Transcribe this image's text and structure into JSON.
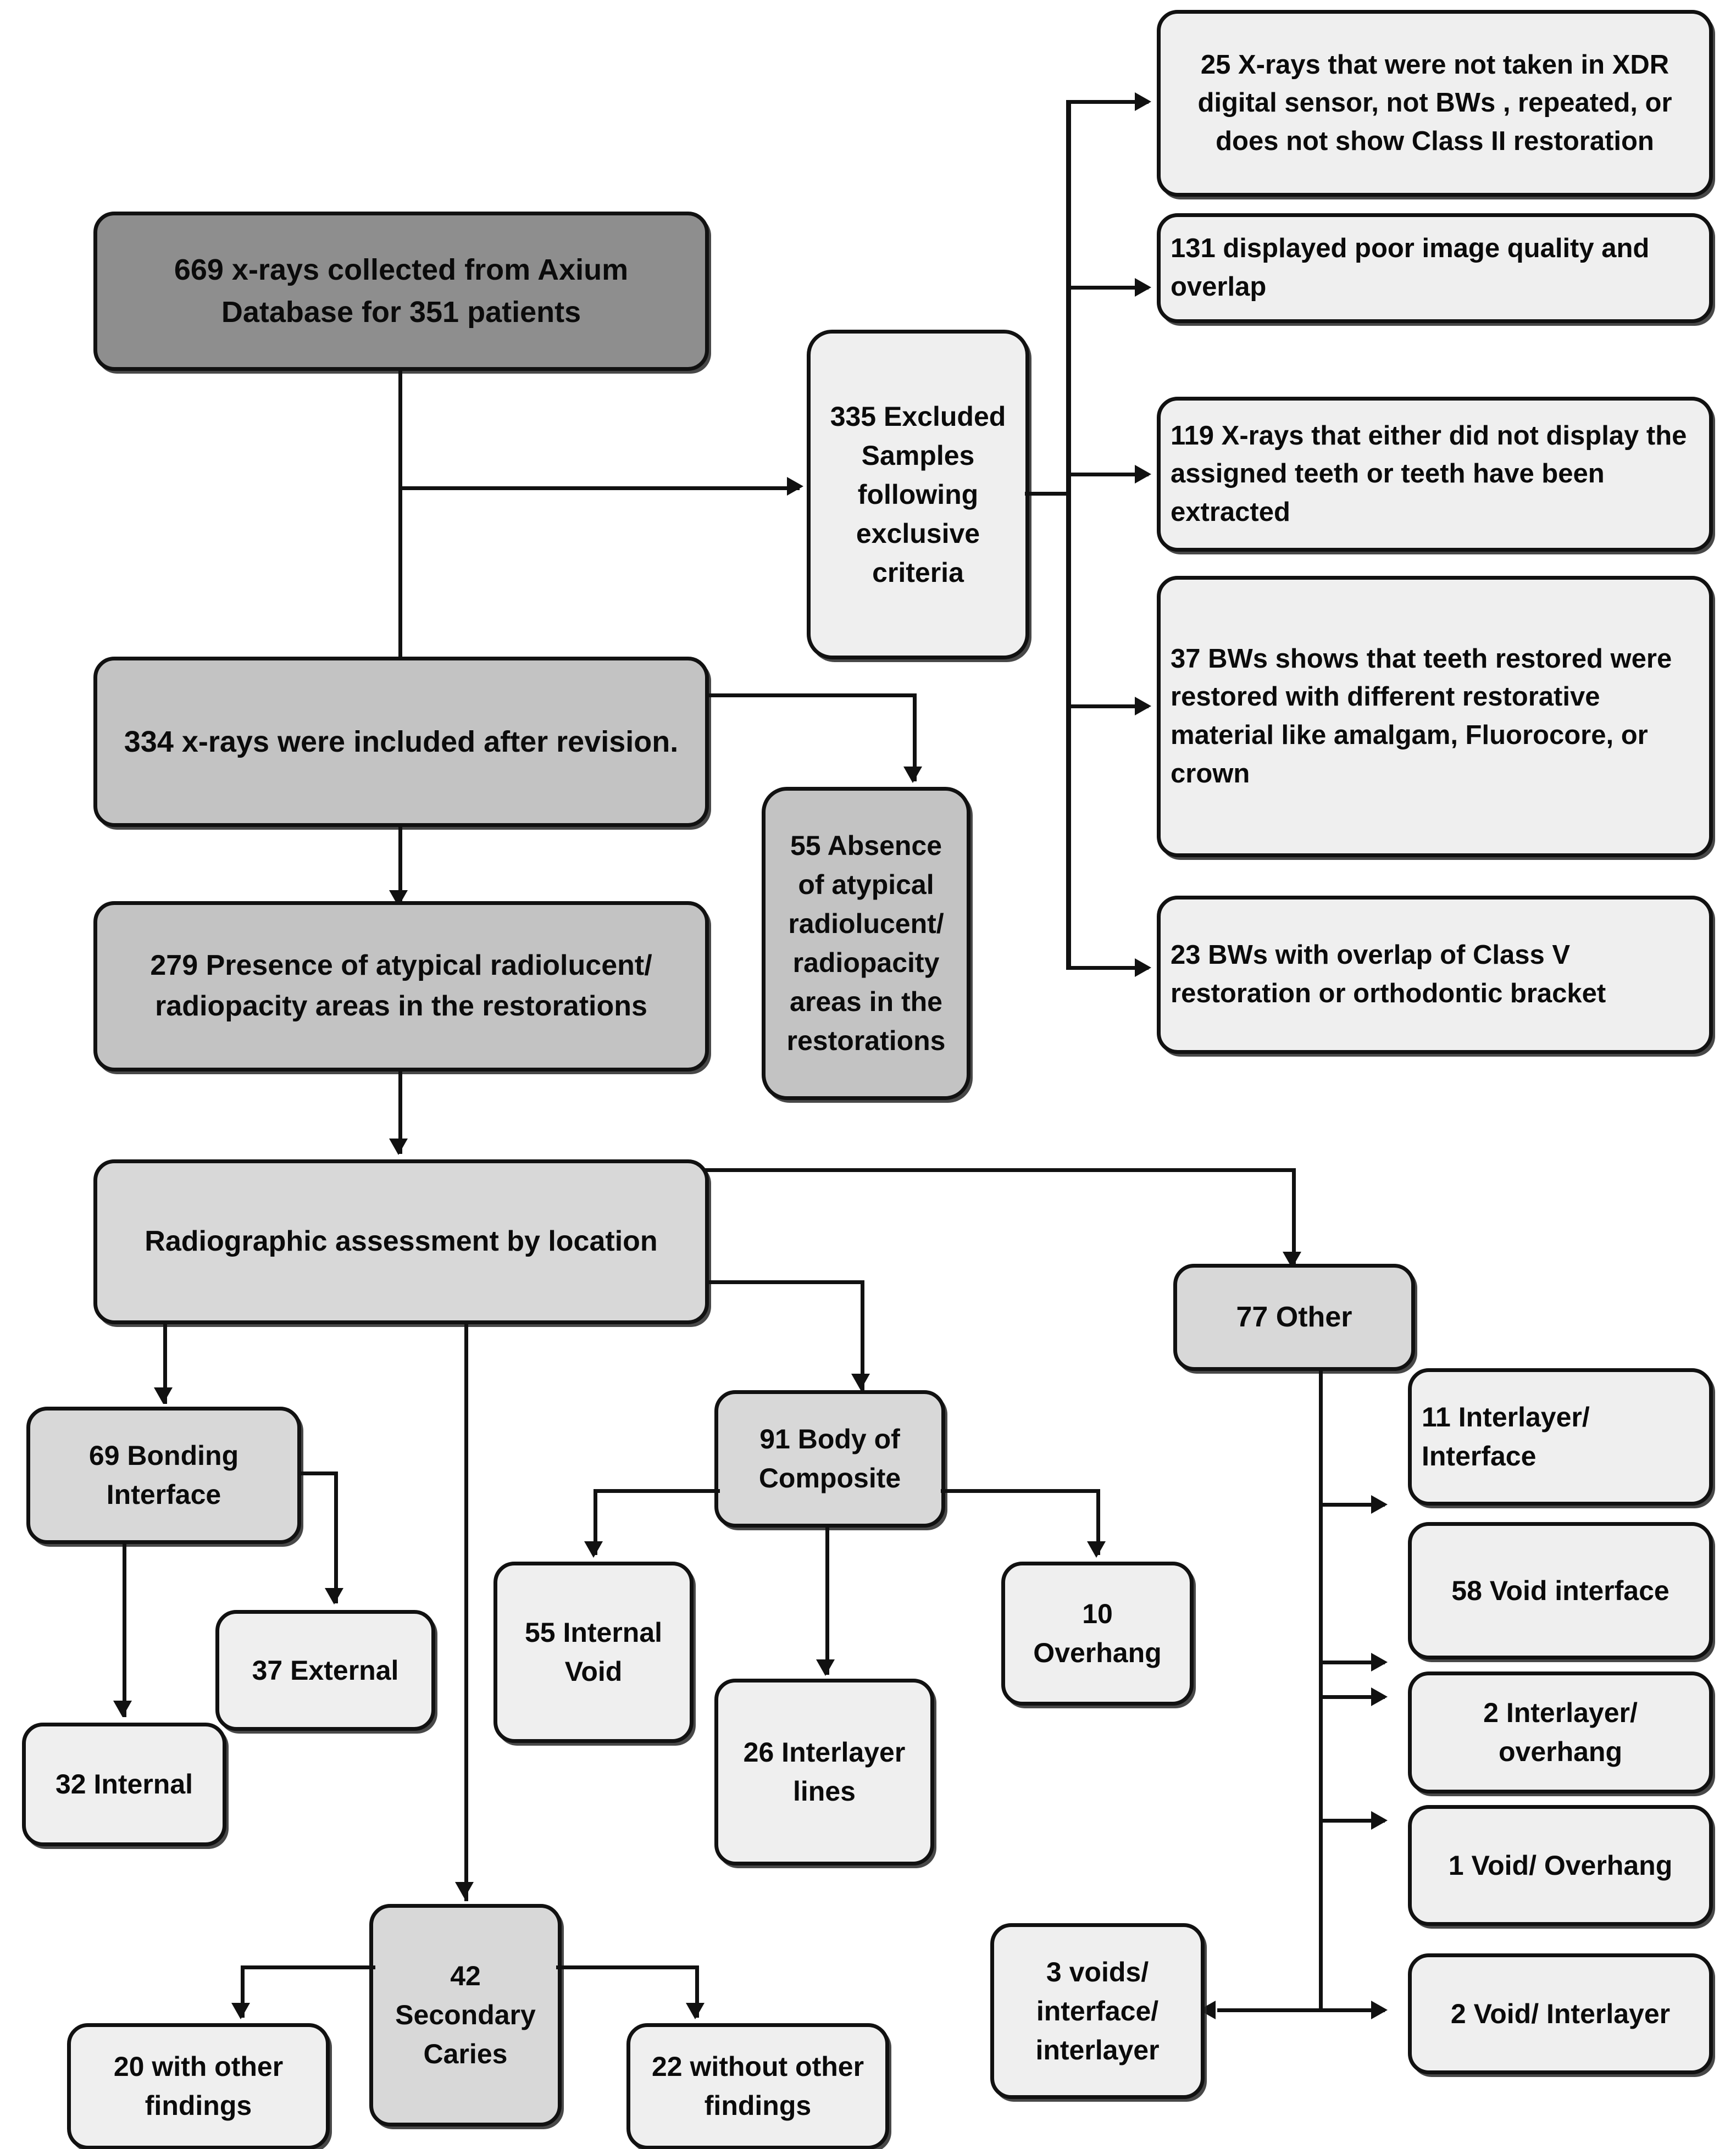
{
  "diagram": {
    "type": "flowchart",
    "title": "Radiographic sample selection and assessment flowchart",
    "colors": {
      "level1_fill": "#8e8e8e",
      "level2_fill": "#c3c3c3",
      "level3_fill": "#d8d8d8",
      "leaf_fill": "#efefef",
      "stroke": "#111111",
      "background": "#ffffff"
    }
  },
  "nodes": {
    "collected": "669 x-rays collected from Axium Database for 351 patients",
    "excluded": "335 Excluded Samples following exclusive criteria",
    "excl_1": "25 X-rays that were not taken in XDR digital sensor, not BWs , repeated, or does not show Class II restoration",
    "excl_2": "131 displayed poor image quality and overlap",
    "excl_3": "119 X-rays that either did not display the assigned teeth or teeth have been  extracted",
    "excl_4": "37 BWs shows that teeth restored were restored with different restorative material like amalgam, Fluorocore, or crown",
    "excl_5": "23 BWs with overlap of Class V restoration or orthodontic bracket",
    "included": "334 x-rays were included after revision.",
    "absence": "55 Absence of atypical radiolucent/ radiopacity areas in the restorations",
    "presence": "279 Presence of atypical radiolucent/ radiopacity areas in the restorations",
    "assessment": "Radiographic assessment by location",
    "bonding": "69 Bonding Interface",
    "bonding_external": "37 External",
    "bonding_internal": "32 Internal",
    "body_composite": "91 Body of Composite",
    "internal_void": "55 Internal Void",
    "interlayer_lines": "26 Interlayer lines",
    "overhang": "10 Overhang",
    "secondary_caries": "42 Secondary Caries",
    "caries_with": "20 with other findings",
    "caries_without": "22 without other findings",
    "other": "77 Other",
    "other_1": "11 Interlayer/ Interface",
    "other_2": "58 Void interface",
    "other_3": "2 Interlayer/ overhang",
    "other_4": "1 Void/ Overhang",
    "other_5": "2 Void/ Interlayer",
    "other_6": "3 voids/ interface/ interlayer"
  },
  "counts": {
    "collected_xrays": 669,
    "patients": 351,
    "excluded_samples": 335,
    "excluded_breakdown": [
      25,
      131,
      119,
      37,
      23
    ],
    "included_xrays": 334,
    "absence_atypical": 55,
    "presence_atypical": 279,
    "bonding_interface": 69,
    "bonding_external": 37,
    "bonding_internal": 32,
    "body_of_composite": 91,
    "internal_void": 55,
    "interlayer_lines": 26,
    "overhang": 10,
    "secondary_caries": 42,
    "caries_with_other_findings": 20,
    "caries_without_other_findings": 22,
    "other_total": 77,
    "other_breakdown": [
      11,
      58,
      2,
      1,
      2,
      3
    ]
  }
}
